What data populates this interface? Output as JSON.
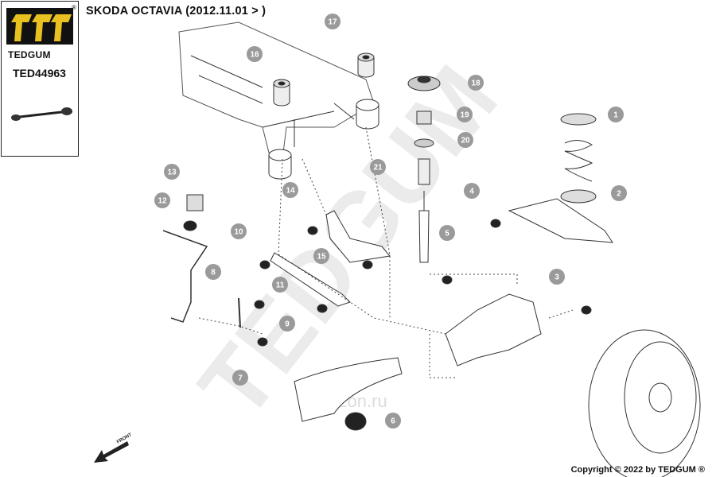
{
  "header": {
    "title": "SKODA OCTAVIA (2012.11.01 > )"
  },
  "logo": {
    "brand": "TEDGUM",
    "registered_mark": "®",
    "part_code": "TED44963"
  },
  "watermark": {
    "text": "TEDGUM",
    "site_text": "ozon.ru"
  },
  "footer": {
    "copyright": "Copyright © 2022 by TEDGUM ®"
  },
  "direction": {
    "label": "FRONT"
  },
  "callouts": [
    "1",
    "2",
    "3",
    "4",
    "5",
    "6",
    "7",
    "8",
    "9",
    "10",
    "11",
    "12",
    "13",
    "14",
    "15",
    "16",
    "17",
    "18",
    "19",
    "20",
    "21"
  ],
  "colors": {
    "callout_fill": "#9a9a9a",
    "line": "#333333",
    "watermark": "#e6e6e6"
  }
}
